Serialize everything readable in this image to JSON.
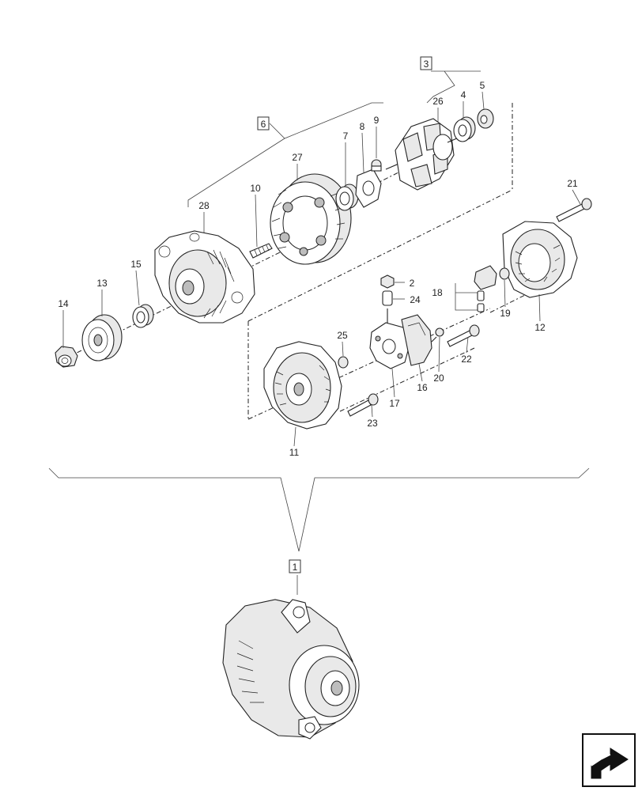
{
  "callouts": {
    "c1": "1",
    "c2": "2",
    "c3": "3",
    "c4": "4",
    "c5": "5",
    "c6": "6",
    "c7": "7",
    "c8": "8",
    "c9": "9",
    "c10": "10",
    "c11": "11",
    "c12": "12",
    "c13": "13",
    "c14": "14",
    "c15": "15",
    "c16": "16",
    "c17": "17",
    "c18": "18",
    "c19": "19",
    "c20": "20",
    "c21": "21",
    "c22": "22",
    "c23": "23",
    "c24": "24",
    "c25": "25",
    "c26": "26",
    "c27": "27",
    "c28": "28"
  },
  "icons": {
    "navigation": "next-page-arrow-icon"
  },
  "colors": {
    "line": "#222222",
    "shade": "#bdbdbd",
    "background": "#ffffff"
  }
}
